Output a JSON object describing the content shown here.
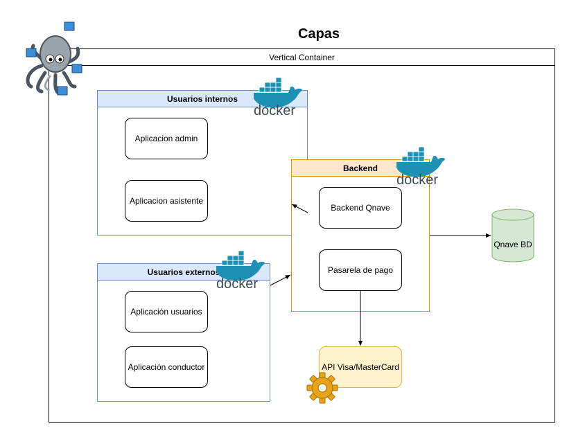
{
  "diagram": {
    "title": "Capas",
    "outer_container": "Vertical Container",
    "groups": {
      "internos": {
        "title": "Usuarios internos",
        "nodes": [
          "Aplicacion admin",
          "Aplicacion asistente"
        ]
      },
      "externos": {
        "title": "Usuarios externos",
        "nodes": [
          "Aplicación usuarios",
          "Aplicación conductor"
        ]
      },
      "backend": {
        "title": "Backend",
        "nodes": [
          "Backend Qnave",
          "Pasarela de pago"
        ]
      }
    },
    "database": "Qnave BD",
    "api": "API Visa/MasterCard",
    "docker_wordmark": "docker",
    "colors": {
      "blue_header": "#dae8fc",
      "blue_border": "#6c8ebf",
      "orange_header": "#ffe6cc",
      "orange_border": "#d79b00",
      "db_fill": "#d5e8d4",
      "db_border": "#82b366",
      "api_fill": "#fff2cc",
      "docker_blue": "#1d91b4"
    },
    "icons": [
      "docker-compose-octopus-icon",
      "docker-logo-icon",
      "gear-icon",
      "database-icon"
    ]
  }
}
